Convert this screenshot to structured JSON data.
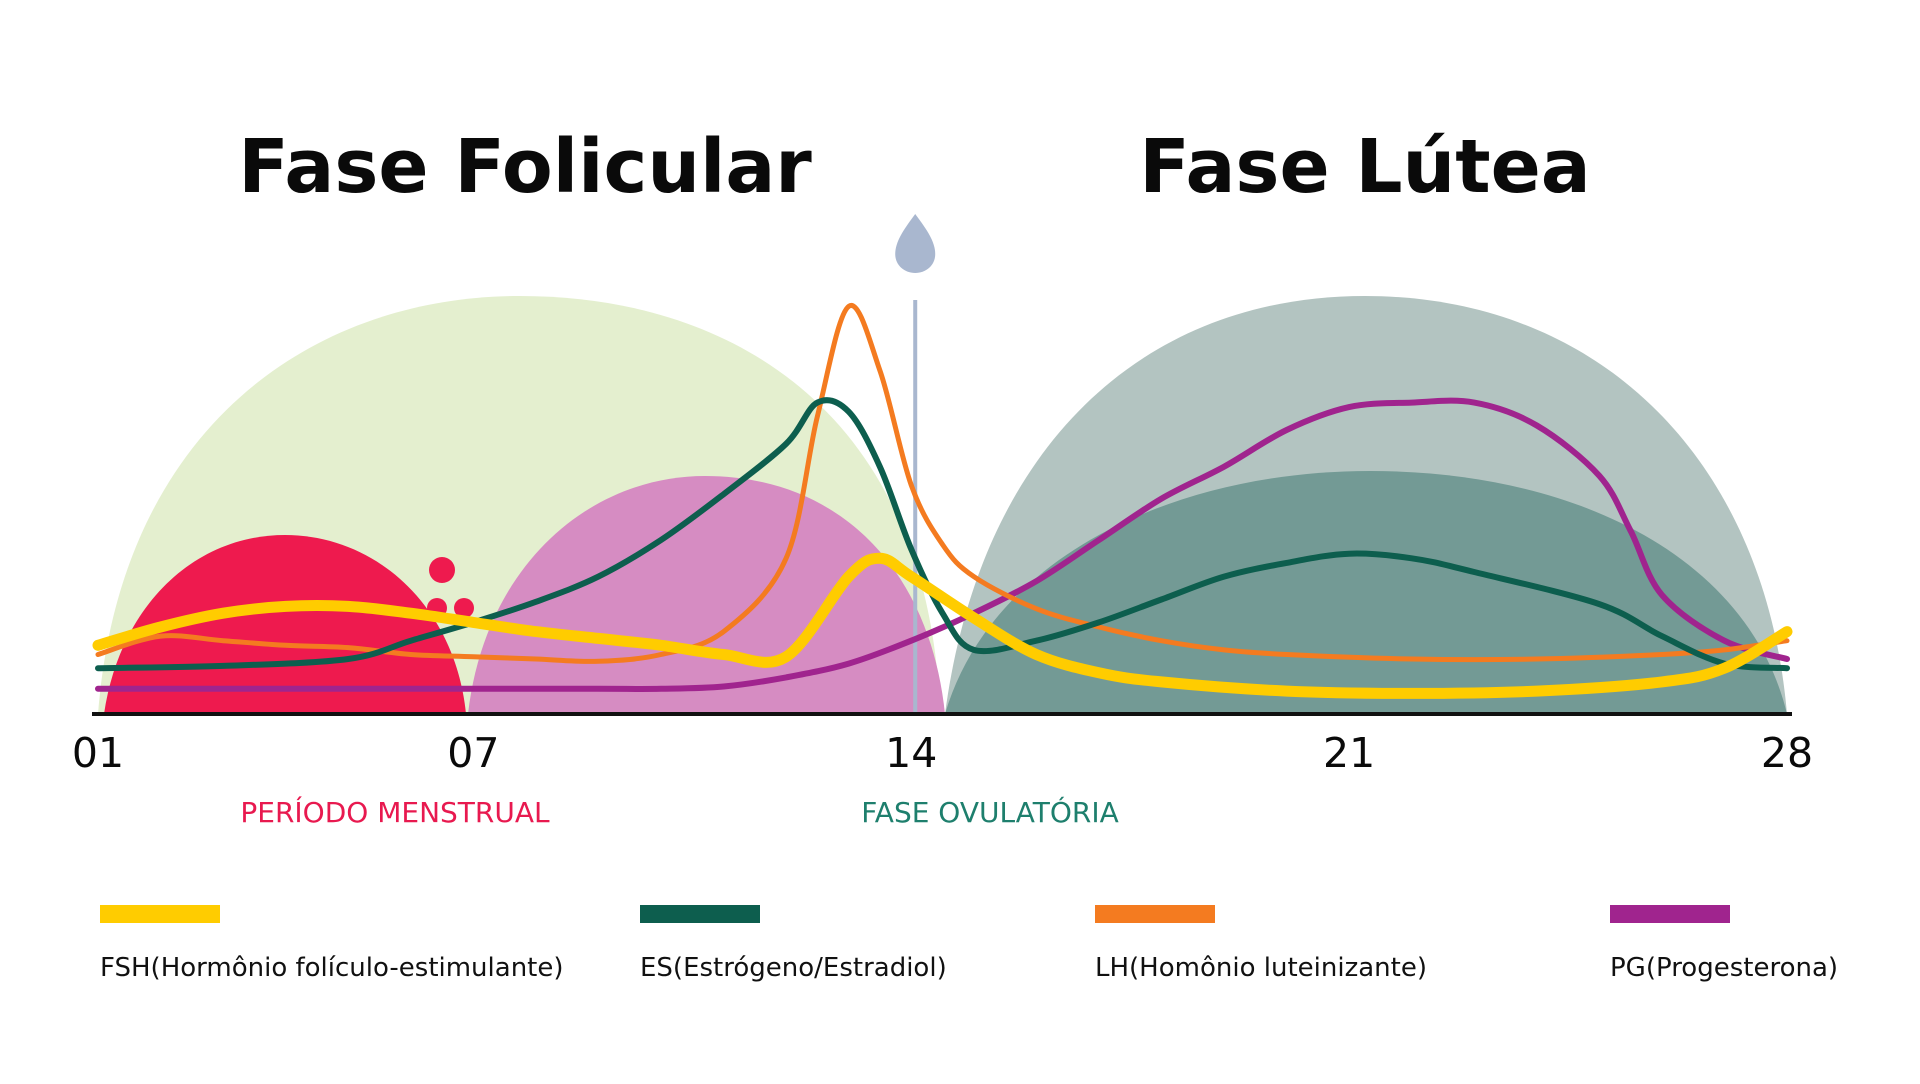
{
  "chart_data": {
    "type": "line",
    "titles": {
      "follicular": "Fase Folicular",
      "luteal": "Fase Lútea"
    },
    "x_ticks": [
      "01",
      "07",
      "14",
      "21",
      "28"
    ],
    "xlim": [
      1,
      28
    ],
    "ylim": [
      0,
      100
    ],
    "grid": false,
    "annotations": {
      "menstrual": "PERÍODO MENSTRUAL",
      "ovulatory": "FASE OVULATÓRIA"
    },
    "ovulation_day": 14,
    "series": [
      {
        "name": "FSH(Hormônio folículo-estimulante)",
        "color": "#ffcc00",
        "x": [
          1,
          2,
          3,
          4,
          5,
          6,
          7,
          8,
          9,
          10,
          11,
          12,
          13,
          13.5,
          14,
          15,
          16,
          17,
          18,
          20,
          22,
          24,
          26,
          27,
          28
        ],
        "values": [
          15,
          19,
          22,
          23.5,
          23.5,
          22,
          20,
          18,
          16.5,
          15,
          13,
          12.5,
          30,
          34,
          30,
          21,
          13,
          9,
          7,
          5,
          4.5,
          5,
          7,
          10,
          18
        ]
      },
      {
        "name": "ES(Estrógeno/Estradiol)",
        "color": "#0d5e4e",
        "x": [
          1,
          3,
          5,
          6,
          7,
          8,
          9,
          10,
          11,
          12,
          12.5,
          13,
          13.5,
          14,
          14.5,
          15,
          16,
          17,
          18,
          19,
          20,
          21,
          22,
          23,
          25,
          26,
          27,
          28
        ],
        "values": [
          10,
          10.5,
          12,
          16,
          20,
          24.5,
          30,
          38,
          48,
          59,
          68,
          66,
          54,
          36,
          22,
          14,
          16,
          20,
          25,
          30,
          33,
          35,
          34,
          31,
          24,
          17,
          11,
          10
        ]
      },
      {
        "name": "LH(Homônio luteinizante)",
        "color": "#f47b20",
        "x": [
          1,
          2,
          3,
          4,
          5,
          6,
          7,
          8,
          9,
          10,
          11,
          12,
          12.5,
          13,
          13.5,
          14,
          14.5,
          15,
          16,
          17,
          18,
          19,
          20,
          22,
          24,
          26,
          27,
          28
        ],
        "values": [
          13,
          17,
          16,
          15,
          14.5,
          13,
          12.5,
          12,
          11.5,
          13,
          18,
          34,
          65,
          89,
          75,
          50,
          37,
          30,
          23,
          19,
          16,
          14,
          13,
          12,
          12,
          13,
          14,
          16
        ]
      },
      {
        "name": "PG(Progesterona)",
        "color": "#a0248e",
        "x": [
          1,
          3,
          5,
          7,
          9,
          10,
          11,
          12,
          13,
          14,
          15,
          16,
          17,
          18,
          19,
          20,
          21,
          22,
          23,
          24,
          25,
          25.5,
          26,
          27,
          28
        ],
        "values": [
          5.5,
          5.5,
          5.5,
          5.5,
          5.5,
          5.5,
          6,
          8,
          11,
          16,
          22,
          29,
          38,
          47,
          54,
          62,
          67,
          68,
          68,
          63,
          52,
          40,
          26,
          16,
          12
        ]
      }
    ],
    "background_colors": {
      "follicular_phase": "#e4efcf",
      "luteal_phase": "#b3c4c1",
      "luteal_inner": "#739a95",
      "menstrual_period": "#ee1a4e",
      "pre_ovulatory": "#d68cc2",
      "ovulation_marker": "#a9b7cf",
      "axis": "#111111"
    }
  }
}
